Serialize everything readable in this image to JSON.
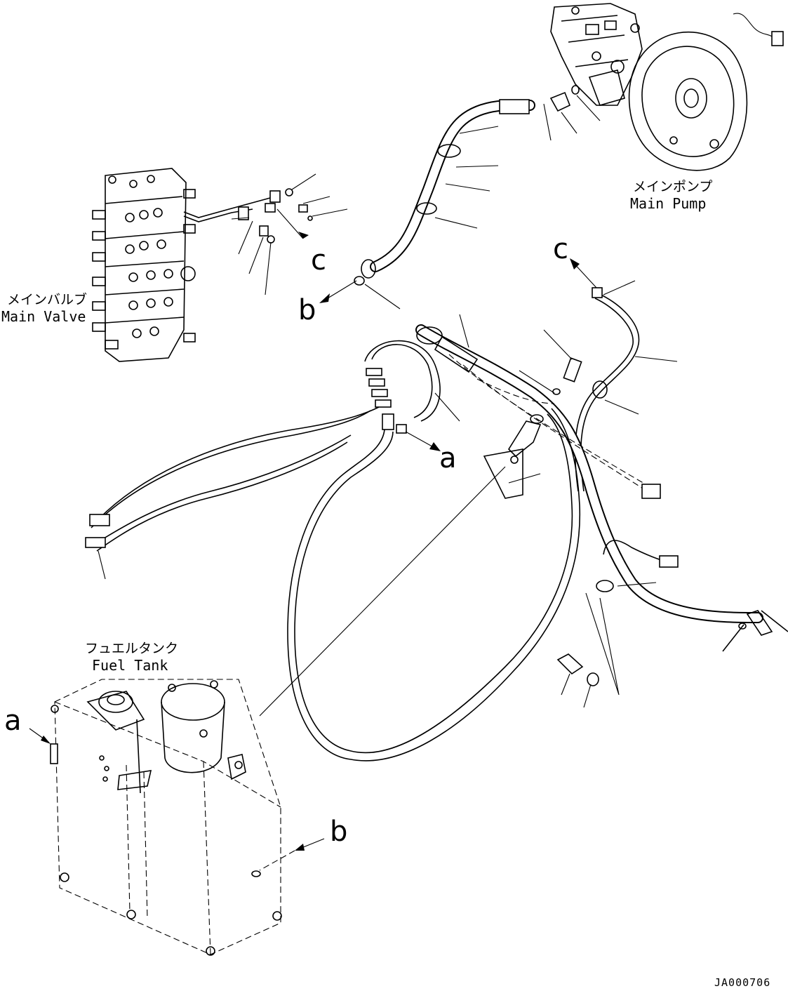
{
  "labels": {
    "main_pump_jp": "メインポンプ",
    "main_pump_en": "Main Pump",
    "main_valve_jp": "メインバルブ",
    "main_valve_en": "Main Valve",
    "fuel_tank_jp": "フュエルタンク",
    "fuel_tank_en": "Fuel Tank"
  },
  "connection_markers": {
    "a": "a",
    "b": "b",
    "c": "c"
  },
  "drawing_code": "JA000706"
}
